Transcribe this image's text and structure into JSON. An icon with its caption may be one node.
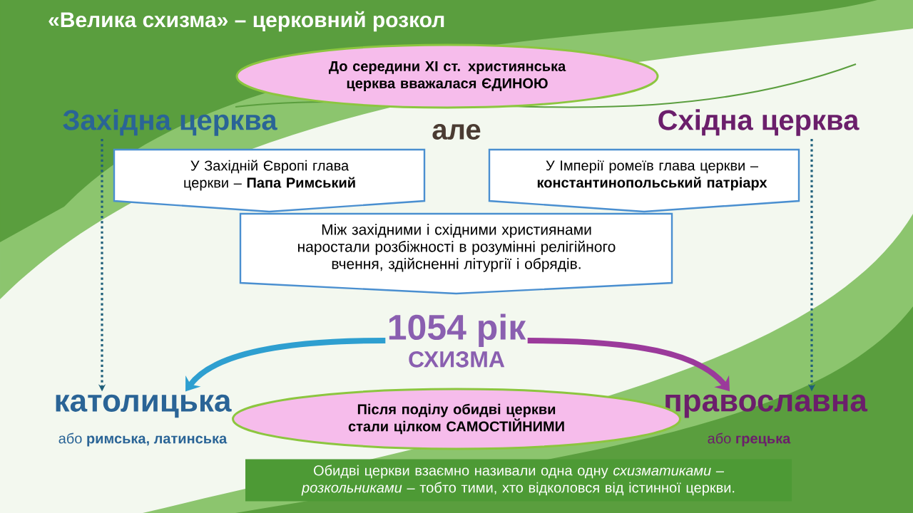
{
  "diagram": {
    "title": "«Велика схизма» – церковний розкол",
    "nodes": [
      {
        "text": [
          "До середини XI ст. християнська церква вважалася ЄДИНОЮ"
        ]
      },
      {
        "text": [
          "Західна церква"
        ]
      },
      {
        "text": [
          "Східна церква"
        ]
      },
      {
        "text": [
          "У Західній Європі глава церкви – **Папа Римський**"
        ]
      },
      {
        "text": [
          "У Імперії ромеїв глава церкви – **константинопольський патріарх**"
        ]
      },
      {
        "text": [
          "Між західними і східними християнами наростали розбіжності в розумінні релігійного вчення, здійсненні літургії і обрядів."
        ]
      },
      {
        "text": [
          "1054 рік",
          "СХИЗМА"
        ]
      },
      {
        "text": [
          "католицька"
        ],
        "beside": [
          "або **римська, латинська**"
        ]
      },
      {
        "text": [
          "православна"
        ],
        "beside": [
          "або **грецька**"
        ]
      },
      {
        "text": [
          "Після поділу обидві церкви стали цілком САМОСТІЙНИМИ"
        ]
      }
    ],
    "edges": [
      {
        "from": 1,
        "to": 7,
        "arrow": "to",
        "style": "dashed",
        "color": "#1f5f7a"
      },
      {
        "from": 2,
        "to": 8,
        "arrow": "to",
        "style": "dashed",
        "color": "#1f5f7a"
      },
      {
        "from": 6,
        "to": 7,
        "arrow": "to",
        "style": "thick",
        "color": "#2e9fd0"
      },
      {
        "from": 6,
        "to": 8,
        "arrow": "to",
        "style": "thick",
        "color": "#9b3a9b"
      }
    ],
    "labels": [
      "але",
      "Обидві церкви взаємно називали одна одну *схизматиками* – *розкольниками* – тобто тими, хто відколовся від істинної церкви."
    ]
  }
}
